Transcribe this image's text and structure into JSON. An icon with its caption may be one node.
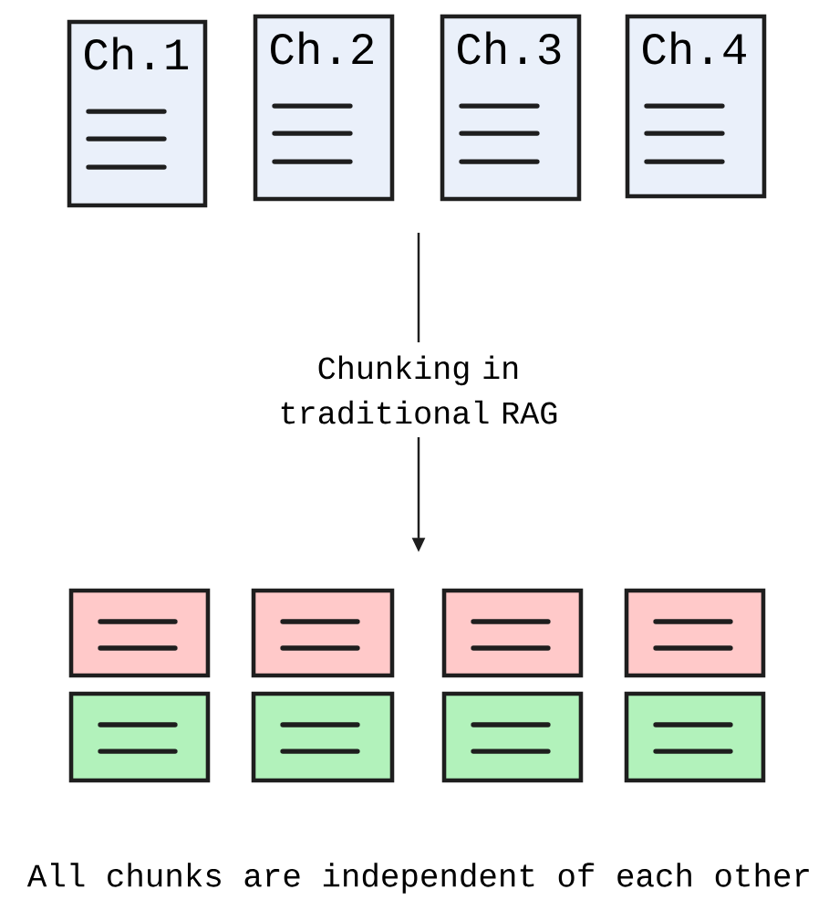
{
  "diagram": {
    "nodes": [
      {
        "text": [
          "Ch.1"
        ]
      },
      {
        "text": [
          "Ch.2"
        ]
      },
      {
        "text": [
          "Ch.3"
        ]
      },
      {
        "text": [
          "Ch.4"
        ]
      },
      {
        "text": [
          "Chunking in traditional RAG"
        ]
      },
      {
        "text": [],
        "shape": "box"
      },
      {
        "text": [],
        "shape": "box"
      },
      {
        "text": [],
        "shape": "box"
      },
      {
        "text": [],
        "shape": "box"
      },
      {
        "text": [],
        "shape": "box"
      },
      {
        "text": [],
        "shape": "box"
      },
      {
        "text": [],
        "shape": "box"
      },
      {
        "text": [],
        "shape": "box"
      }
    ],
    "edges": [
      {
        "from": null,
        "to": 4,
        "arrow": "none"
      },
      {
        "from": 4,
        "to": null,
        "arrow": "to"
      }
    ],
    "labels": [
      "All chunks are independent of each other"
    ]
  }
}
